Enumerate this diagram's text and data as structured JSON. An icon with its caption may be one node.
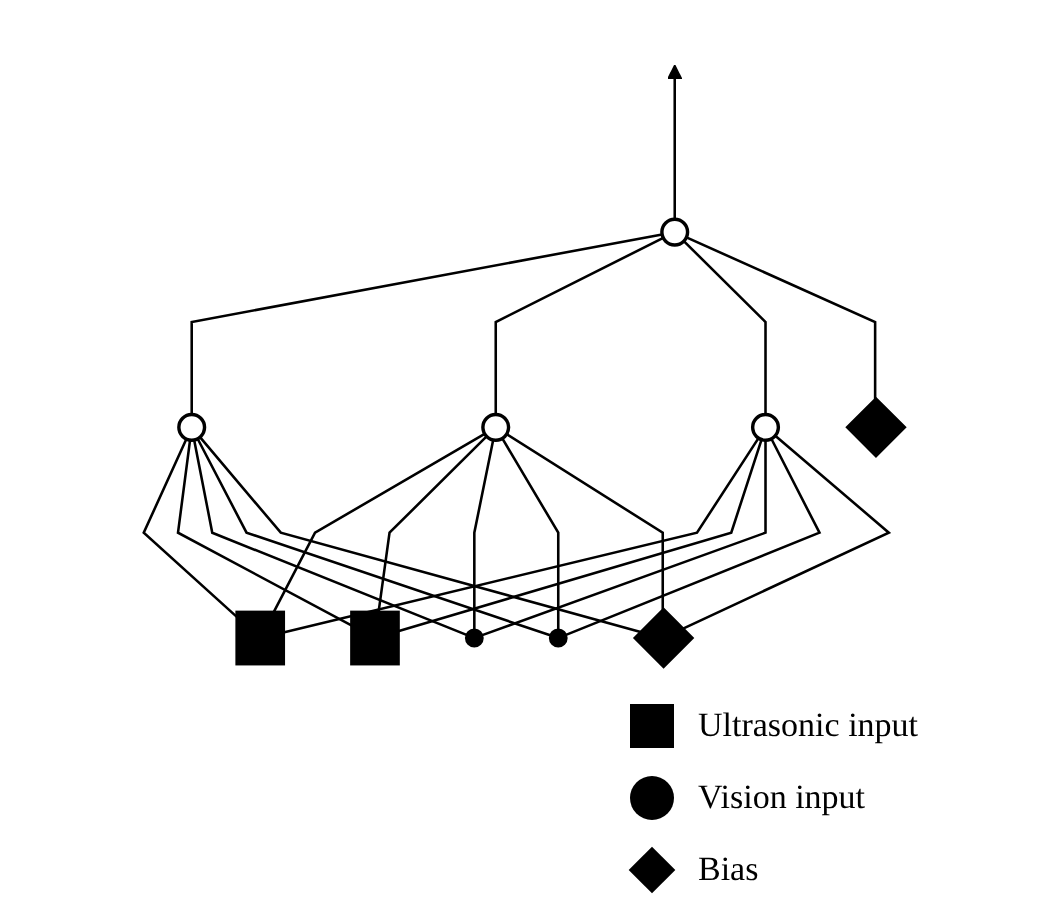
{
  "diagram": {
    "nodes": [
      {
        "text": [],
        "shape": "circle"
      },
      {
        "text": [],
        "shape": "circle"
      },
      {
        "text": [],
        "shape": "circle"
      },
      {
        "text": [],
        "shape": "circle"
      },
      {
        "text": [],
        "shape": "diamond"
      },
      {
        "text": [],
        "shape": "box"
      },
      {
        "text": [],
        "shape": "box"
      },
      {
        "text": [],
        "shape": "circle"
      },
      {
        "text": [],
        "shape": "circle"
      },
      {
        "text": [],
        "shape": "diamond"
      }
    ],
    "edges": [
      {
        "from": 0,
        "to": null,
        "arrow": "to"
      },
      {
        "from": 1,
        "to": 0,
        "arrow": "none"
      },
      {
        "from": 2,
        "to": 0,
        "arrow": "none"
      },
      {
        "from": 3,
        "to": 0,
        "arrow": "none"
      },
      {
        "from": 4,
        "to": 0,
        "arrow": "none"
      },
      {
        "from": 5,
        "to": 1,
        "arrow": "none"
      },
      {
        "from": 5,
        "to": 2,
        "arrow": "none"
      },
      {
        "from": 5,
        "to": 3,
        "arrow": "none"
      },
      {
        "from": 6,
        "to": 1,
        "arrow": "none"
      },
      {
        "from": 6,
        "to": 2,
        "arrow": "none"
      },
      {
        "from": 6,
        "to": 3,
        "arrow": "none"
      },
      {
        "from": 7,
        "to": 1,
        "arrow": "none"
      },
      {
        "from": 7,
        "to": 2,
        "arrow": "none"
      },
      {
        "from": 7,
        "to": 3,
        "arrow": "none"
      },
      {
        "from": 8,
        "to": 1,
        "arrow": "none"
      },
      {
        "from": 8,
        "to": 2,
        "arrow": "none"
      },
      {
        "from": 8,
        "to": 3,
        "arrow": "none"
      },
      {
        "from": 9,
        "to": 1,
        "arrow": "none"
      },
      {
        "from": 9,
        "to": 2,
        "arrow": "none"
      },
      {
        "from": 9,
        "to": 3,
        "arrow": "none"
      }
    ],
    "legend": [
      {
        "text": "Ultrasonic input"
      },
      {
        "text": "Vision input"
      },
      {
        "text": "Bias"
      }
    ]
  }
}
